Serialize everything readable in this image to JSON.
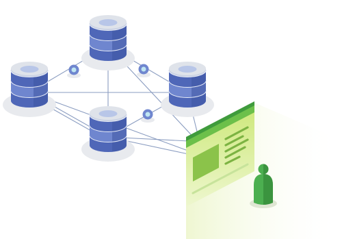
{
  "colors": {
    "background": "#ffffff",
    "connector": "#8a9cc0",
    "db_shadow": "#e8eaee",
    "db_top": "#dfe3ea",
    "db_top_inner": "#b8c6e8",
    "db_layer_light": "#6f86cf",
    "db_layer_dark": "#4f67b8",
    "db_layer_side": "#3e55a3",
    "db_highlight": "#e9edf7",
    "node_ring": "#6f86cf",
    "node_core": "#bfe6f2",
    "screen_frame": "#3f9b3c",
    "screen_top": "#6cc04a",
    "screen_face": "#b9dc6a",
    "screen_bar": "#8bc34a",
    "screen_image": "#7cb342",
    "screen_lines": "#7cb342",
    "light_beam": "#f3f9dd",
    "person_body": "#4caf50",
    "person_shade": "#2e7d32",
    "person_shadow": "#dfe6d3"
  },
  "diagram": {
    "databases": [
      {
        "name": "database-top"
      },
      {
        "name": "database-left"
      },
      {
        "name": "database-right"
      },
      {
        "name": "database-center"
      }
    ],
    "nodes": [
      {
        "name": "node-left"
      },
      {
        "name": "node-right"
      },
      {
        "name": "node-center"
      }
    ],
    "screen": {
      "name": "web-page-screen"
    },
    "person": {
      "name": "user-figure"
    }
  }
}
